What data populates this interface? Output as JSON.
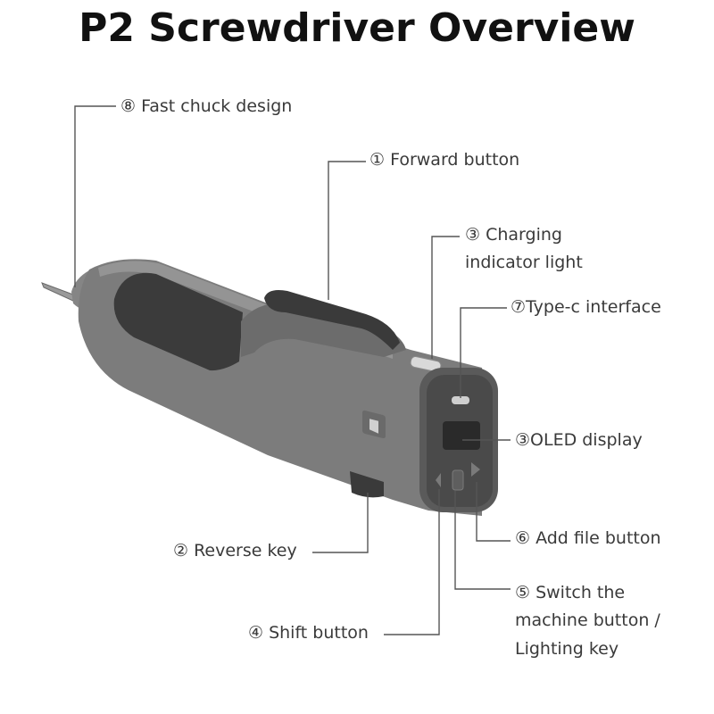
{
  "title": "P2 Screwdriver Overview",
  "callouts": {
    "fast_chuck": "⑧ Fast chuck design",
    "forward": "① Forward button",
    "charging_line1": "③ Charging",
    "charging_line2": "indicator light",
    "typec": "⑦Type-c interface",
    "oled": "③OLED display",
    "add_file": "⑥ Add file button",
    "switch_line1": "⑤ Switch the",
    "switch_line2": " machine button /",
    "switch_line3": "Lighting key",
    "shift": "④ Shift button",
    "reverse": "② Reverse key"
  },
  "colors": {
    "body": "#7a7a7a",
    "body_light": "#8c8c8c",
    "body_dark": "#5e5e5e",
    "grip": "#3c3c3c",
    "face": "#4a4a4a",
    "screen": "#2a2a2a",
    "leader": "#555555"
  },
  "icons": {
    "logo": "brand-logo-icon",
    "arrow_left": "triangle-left-icon",
    "arrow_right": "triangle-right-icon"
  }
}
